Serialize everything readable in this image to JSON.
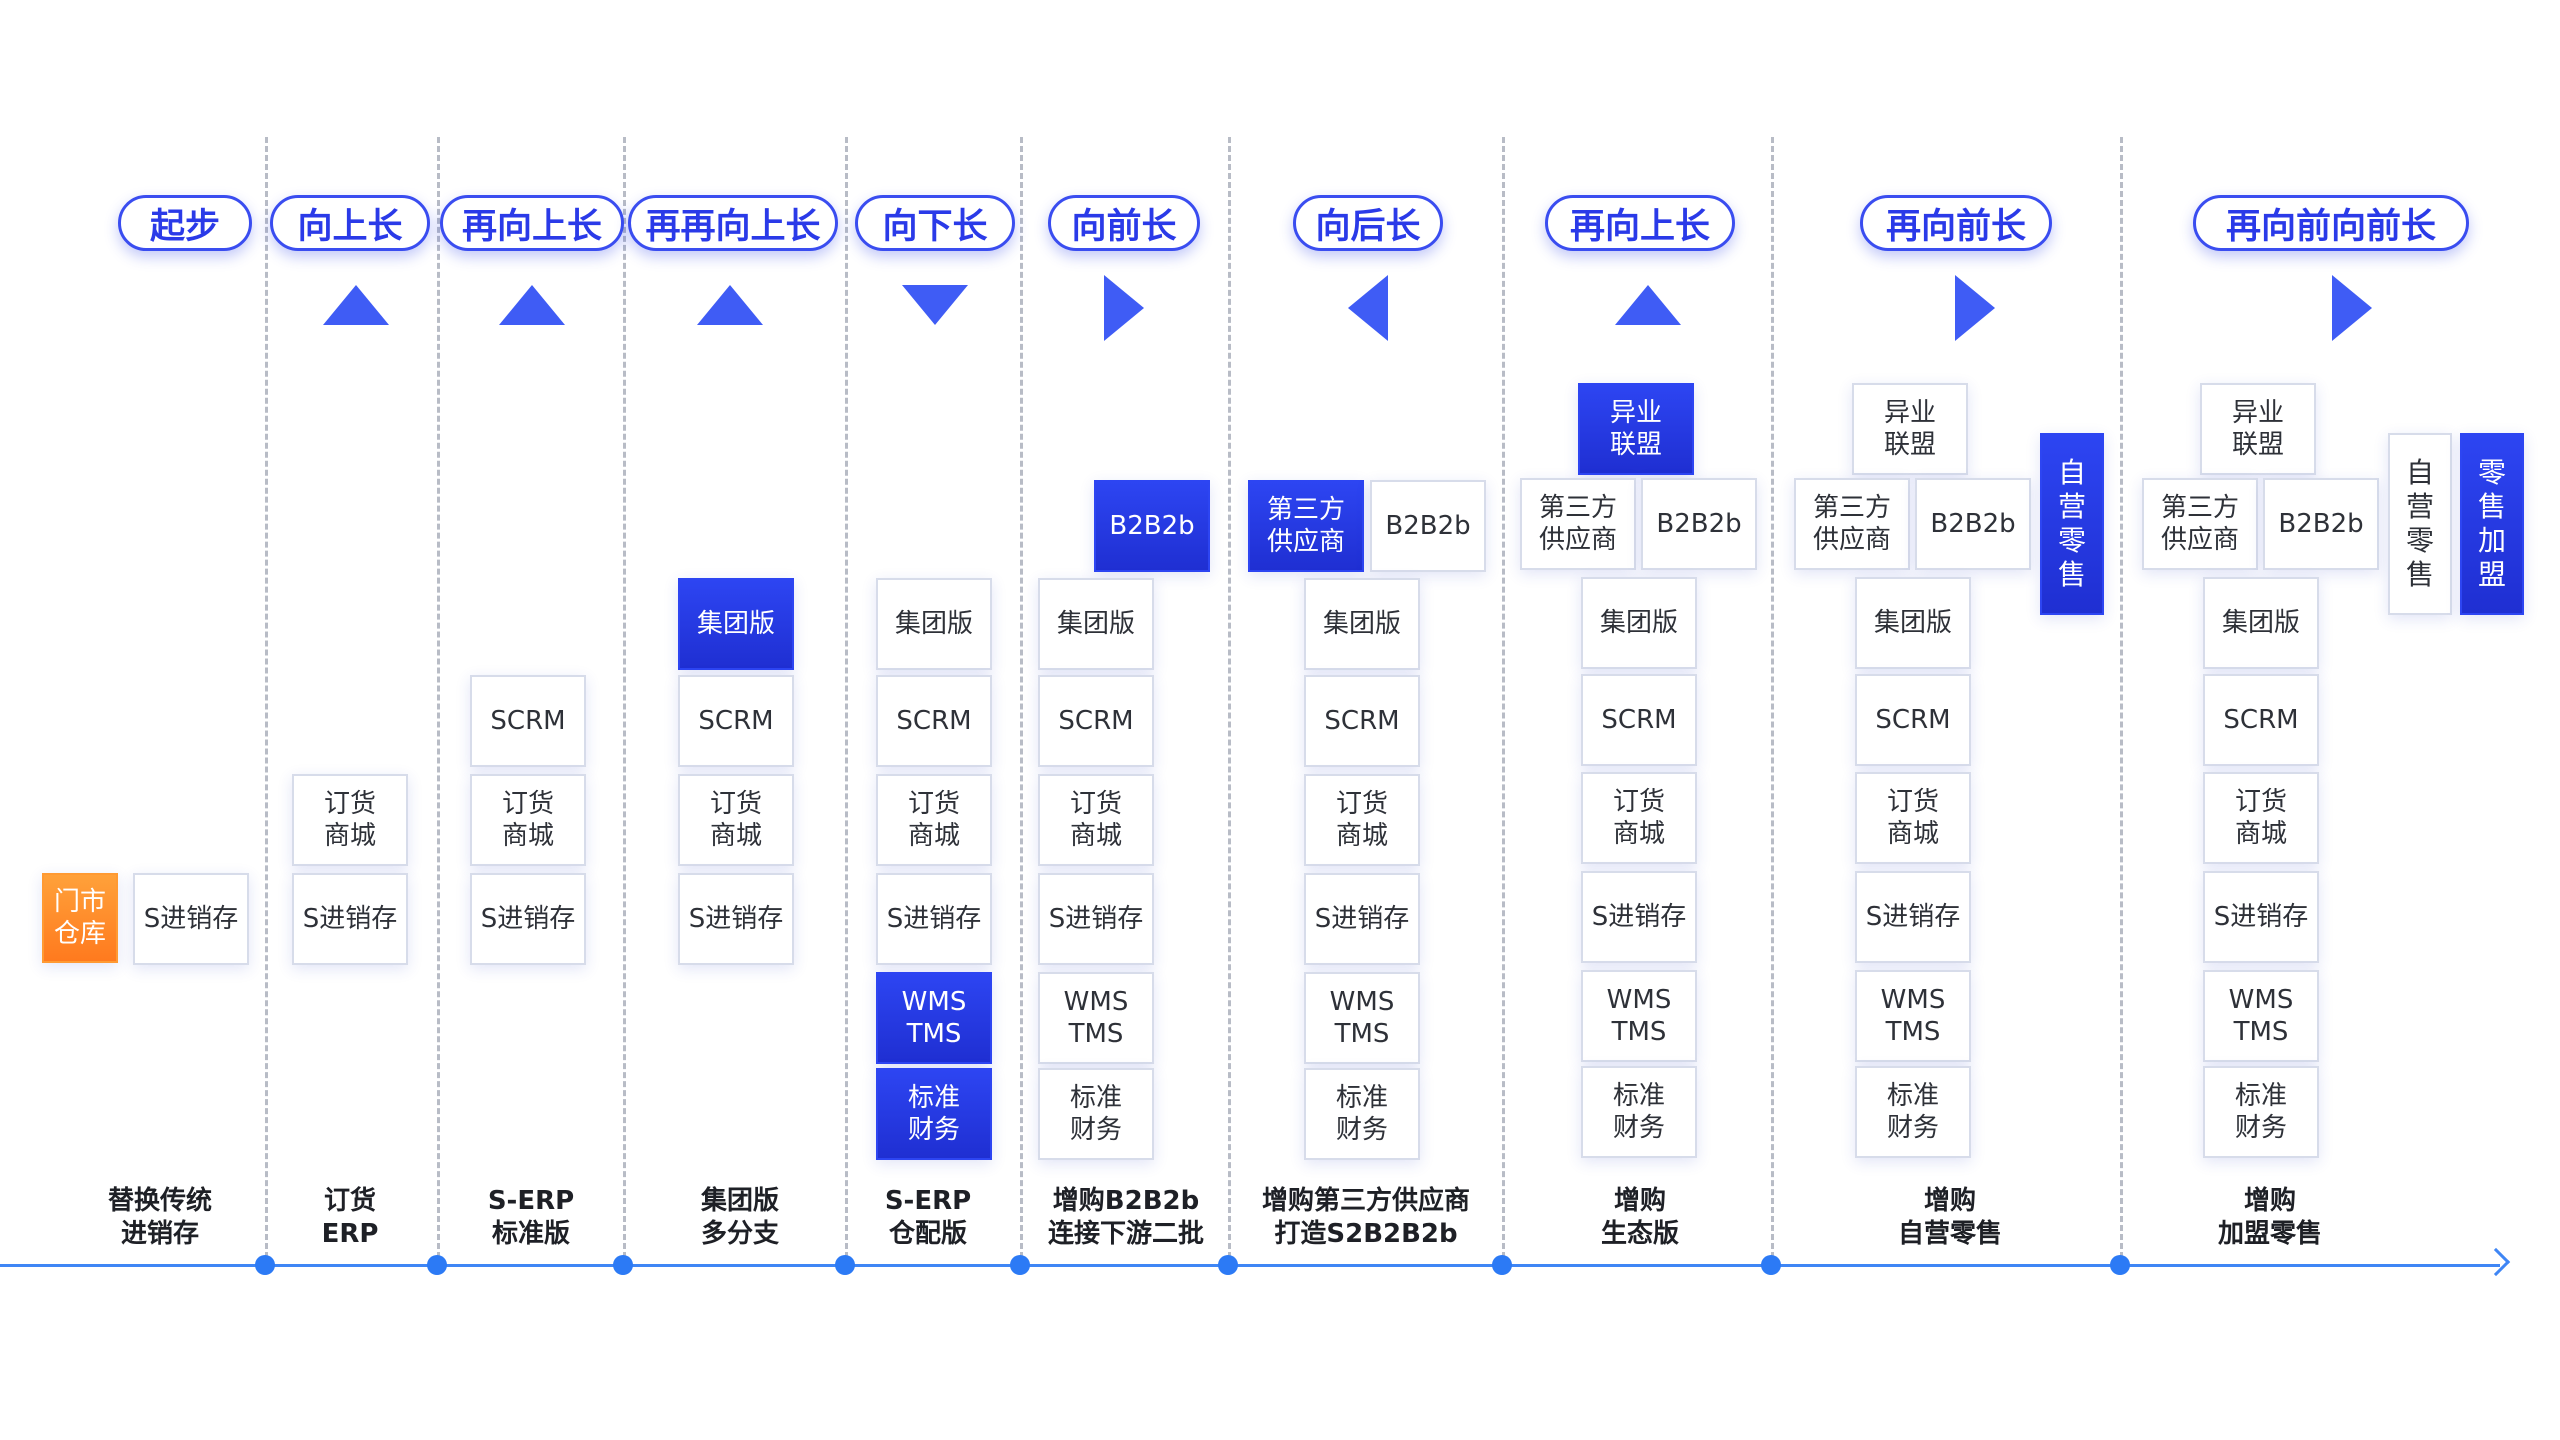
{
  "stages": [
    {
      "id": "s1",
      "pill": "起步",
      "arrow": "none",
      "label": "替换传统\n进销存"
    },
    {
      "id": "s2",
      "pill": "向上长",
      "arrow": "up",
      "label": "订货\nERP"
    },
    {
      "id": "s3",
      "pill": "再向上长",
      "arrow": "up",
      "label": "S-ERP\n标准版"
    },
    {
      "id": "s4",
      "pill": "再再向上长",
      "arrow": "up",
      "label": "集团版\n多分支"
    },
    {
      "id": "s5",
      "pill": "向下长",
      "arrow": "down",
      "label": "S-ERP\n仓配版"
    },
    {
      "id": "s6",
      "pill": "向前长",
      "arrow": "right",
      "label": "增购B2B2b\n连接下游二批"
    },
    {
      "id": "s7",
      "pill": "向后长",
      "arrow": "left",
      "label": "增购第三方供应商\n打造S2B2B2b"
    },
    {
      "id": "s8",
      "pill": "再向上长",
      "arrow": "up",
      "label": "增购\n生态版"
    },
    {
      "id": "s9",
      "pill": "再向前长",
      "arrow": "right",
      "label": "增购\n自营零售"
    },
    {
      "id": "s10",
      "pill": "再向前向前长",
      "arrow": "right",
      "label": "增购\n加盟零售"
    }
  ],
  "module_texts": {
    "store_warehouse": "门市\n仓库",
    "s_jxc": "S进销存",
    "order_mall": "订货\n商城",
    "scrm": "SCRM",
    "group": "集团版",
    "wms_tms": "WMS\nTMS",
    "std_finance": "标准\n财务",
    "b2b2b": "B2B2b",
    "third_supplier": "第三方\n供应商",
    "alliance": "异业\n联盟",
    "self_retail": "自营零售",
    "franchise_retail": "零售加盟"
  },
  "colors": {
    "accent": "#2d45f2",
    "orange": "#ff8a25",
    "axis": "#3f86f5"
  }
}
